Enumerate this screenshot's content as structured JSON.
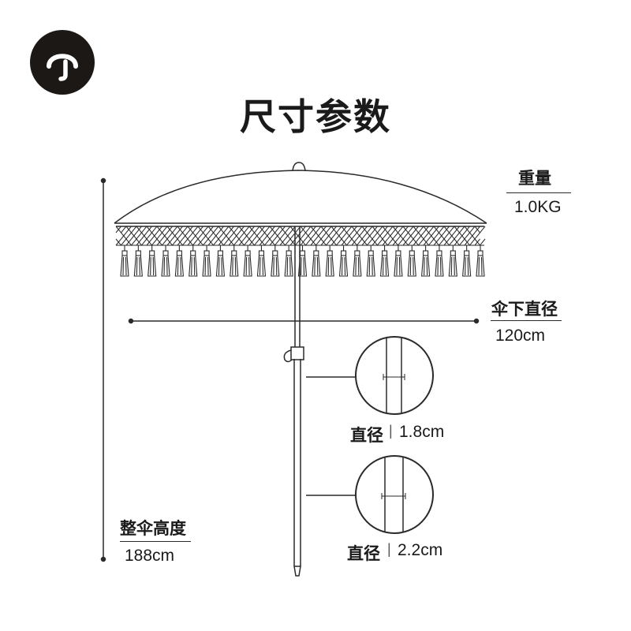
{
  "title": "尺寸参数",
  "logo": {
    "icon": "brand-logo-icon",
    "color": "#1c1816"
  },
  "specs": {
    "weight": {
      "label": "重量",
      "value": "1.0KG"
    },
    "canopy_diameter": {
      "label": "伞下直径",
      "value": "120cm"
    },
    "pole_diameter_upper": {
      "label": "直径",
      "separator": "|",
      "value": "1.8cm"
    },
    "pole_diameter_lower": {
      "label": "直径",
      "separator": "|",
      "value": "2.2cm"
    },
    "total_height": {
      "label": "整伞高度",
      "value": "188cm"
    }
  },
  "illustration": {
    "icon": "fringed-umbrella-icon",
    "line_color": "#2a2a2a"
  }
}
